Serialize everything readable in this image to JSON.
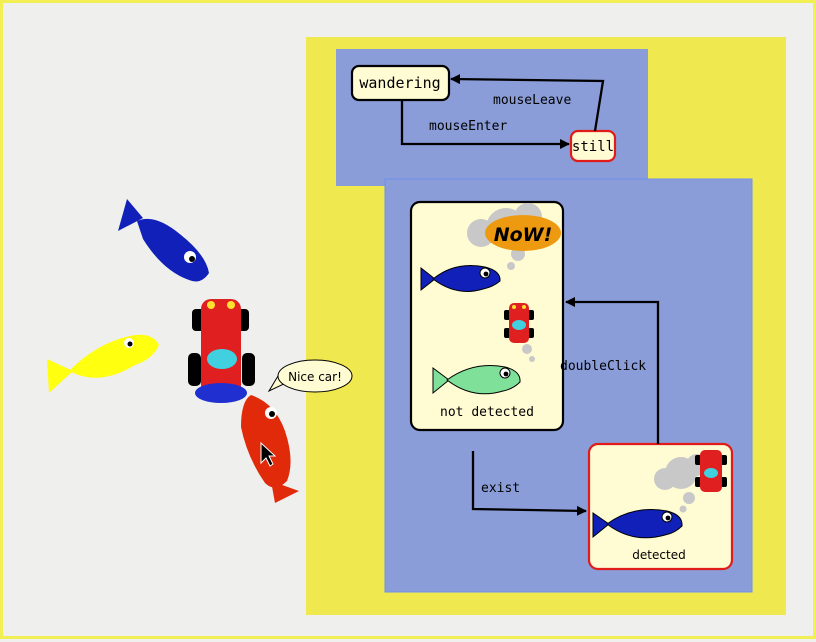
{
  "colors": {
    "page_bg": "#efefee",
    "page_border": "#f2ef55",
    "yellow_panel": "#efe94f",
    "blue_panel": "#8a9dd8",
    "cream_node": "#fffbd3",
    "red_accent": "#e11a1a",
    "fish_blue": "#1020b8",
    "fish_yellow": "#ffff10",
    "fish_red": "#e02a0a",
    "fish_green": "#7fe09a",
    "bubble_orange": "#ee9a10",
    "bubble_gray": "#c8c8c8"
  },
  "top_machine": {
    "state_wandering": "wandering",
    "state_still": "still",
    "transition_enter": "mouseEnter",
    "transition_leave": "mouseLeave"
  },
  "bottom_machine": {
    "state_not_detected": "not detected",
    "state_detected": "detected",
    "transition_exist": "exist",
    "transition_double_click": "doubleClick",
    "thought_text": "NoW!"
  },
  "scene": {
    "speech_bubble": "Nice car!"
  }
}
